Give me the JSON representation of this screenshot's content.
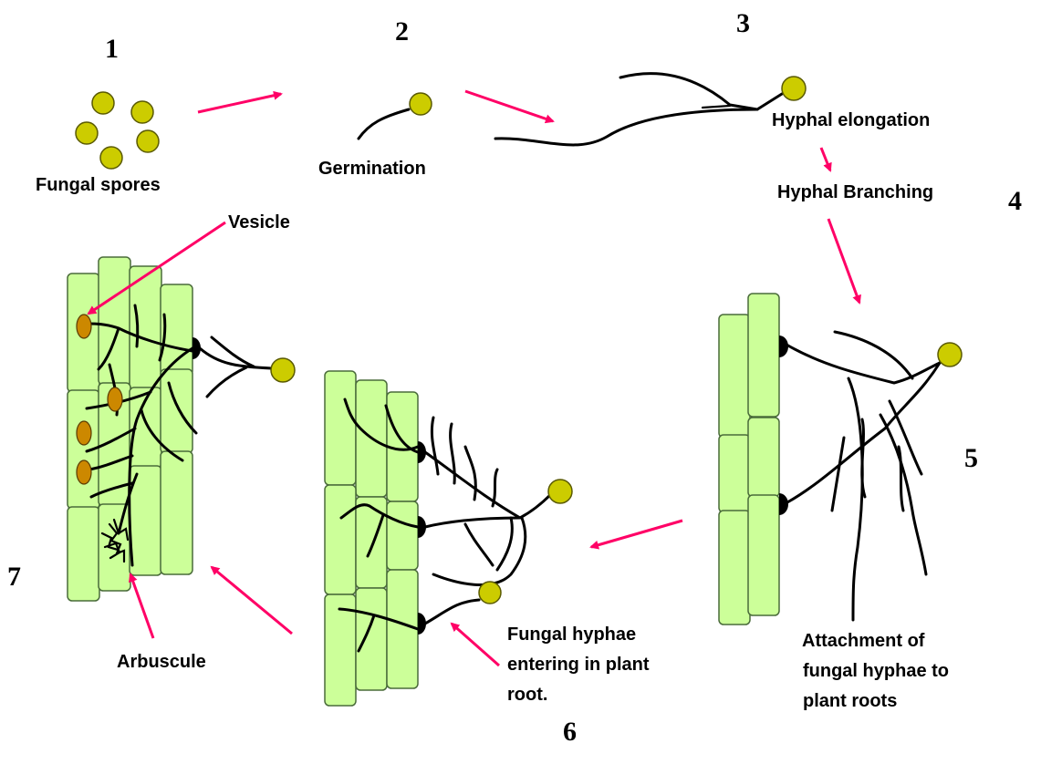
{
  "steps": {
    "s1": "1",
    "s2": "2",
    "s3": "3",
    "s4": "4",
    "s5": "5",
    "s6": "6",
    "s7": "7"
  },
  "labels": {
    "fungal_spores": "Fungal spores",
    "germination": "Germination",
    "hyphal_elongation": "Hyphal elongation",
    "hyphal_branching": "Hyphal Branching",
    "vesicle": "Vesicle",
    "arbuscule": "Arbuscule",
    "entering_1": "Fungal hyphae",
    "entering_2": "entering in plant",
    "entering_3": "root.",
    "attachment_1": "Attachment  of",
    "attachment_2": "fungal hyphae to",
    "attachment_3": "plant roots"
  },
  "colors": {
    "arrow": "#ff0066",
    "root_cell": "#ccff99",
    "spore": "#cccc00",
    "vesicle": "#cc8800",
    "hyphae": "#000000"
  }
}
